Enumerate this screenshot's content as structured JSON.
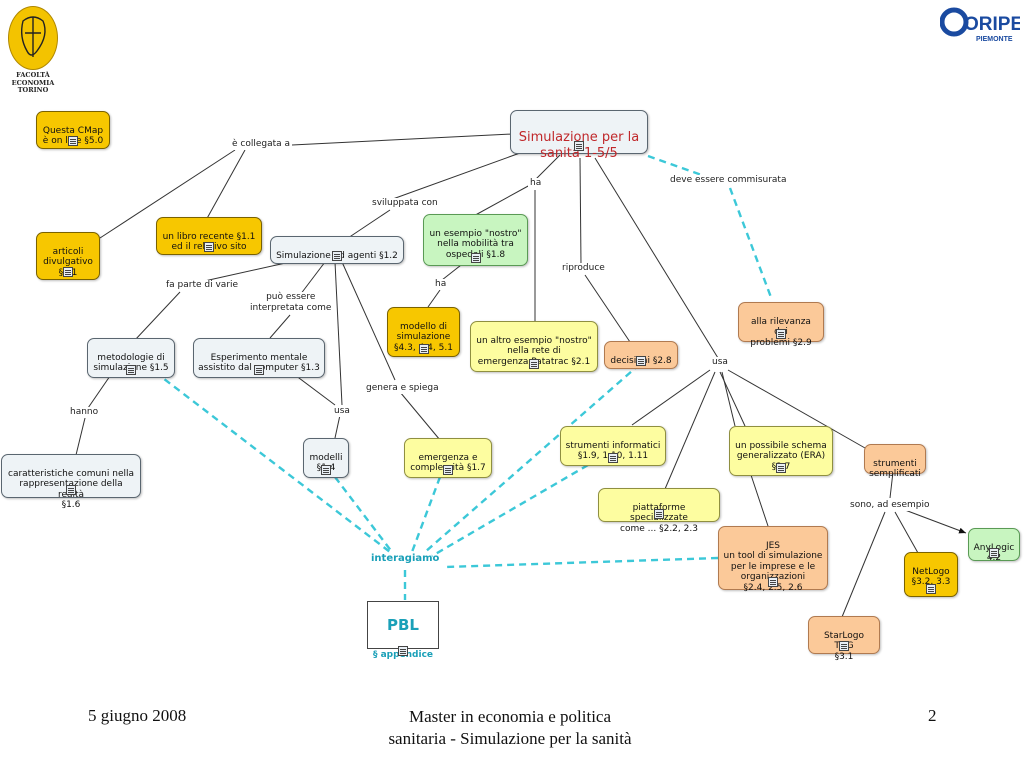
{
  "logos": {
    "left": {
      "text": "FACOLTÀ\nECONOMIA\nTORINO"
    },
    "right": {
      "text": "ORIPE",
      "subtext": "PIEMONTE"
    }
  },
  "root": {
    "text": "Simulazione per la\nsanita 1-5/5"
  },
  "nodes": {
    "cmap_online": "Questa CMap\nè on line §5.0",
    "articoli": "articoli\ndivulgativo\n§4.1",
    "libro": "un libro recente §1.1\ned il relativo sito",
    "sim_agenti": "Simulazione ad agenti §1.2",
    "esempio_nostro": "un esempio \"nostro\"\nnella mobilità tra\nospedali §1.8",
    "modello_sim": "modello di\nsimulazione\n§4.3, 4.4, 5.1",
    "altro_esempio": "un altro esempio \"nostro\"\nnella rete di\nemergenza Patatrac §2.1",
    "decisioni": "decisioni §2.8",
    "rilevanza": "alla rilevanza dei\nproblemi §2.9",
    "metodologie": "metodologie di\nsimulazione §1.5",
    "esperimento": "Esperimento mentale\nassistito dal computer §1.3",
    "caratteristiche": "caratteristiche comuni nella\nrappresentazione della realtà\n§1.6",
    "modelli": "modelli\n§1.4",
    "emergenza": "emergenza e\ncomplessità §1.7",
    "strumenti_info": "strumenti informatici\n§1.9, 1.10, 1.11",
    "schema_era": "un possibile schema\ngeneralizzato (ERA)\n§2.7",
    "strumenti_sempl": "strumenti\nsemplificati",
    "piattaforme": "piattaforme specializzate\ncome ... §2.2, 2.3",
    "jes": "JES\nun tool di simulazione\nper le imprese e le\norganizzazioni\n§2.4, 2.5, 2.6",
    "anylogic": "AnyLogic\n4.2",
    "netlogo": "NetLogo\n§3.2, 3.3",
    "starlogo": "StarLogo TNG\n§3.1",
    "pbl_title": "PBL",
    "pbl_sub": "§ appendice"
  },
  "labels": {
    "collegata": "è collegata a",
    "sviluppata": "sviluppata con",
    "ha1": "ha",
    "ha2": "ha",
    "deve": "deve essere commisurata",
    "riproduce": "riproduce",
    "fa_parte": "fa parte di varie",
    "puo_essere": "può essere\ninterpretata come",
    "usa1": "usa",
    "usa2": "usa",
    "genera": "genera e spiega",
    "hanno": "hanno",
    "sono_esempio": "sono, ad esempio",
    "interagiamo": "interagiamo"
  },
  "footer": {
    "date": "5 giugno 2008",
    "title": "Master in economia e politica\nsanitaria - Simulazione per la sanità",
    "page": "2"
  },
  "colors": {
    "orange": "#f7c700",
    "peach": "#fbc999",
    "yellow": "#fdfda0",
    "green": "#c8f5c0",
    "bluegray": "#eef3f6",
    "teal_dashed": "#3cc8d8",
    "root_text": "#c0282b"
  }
}
